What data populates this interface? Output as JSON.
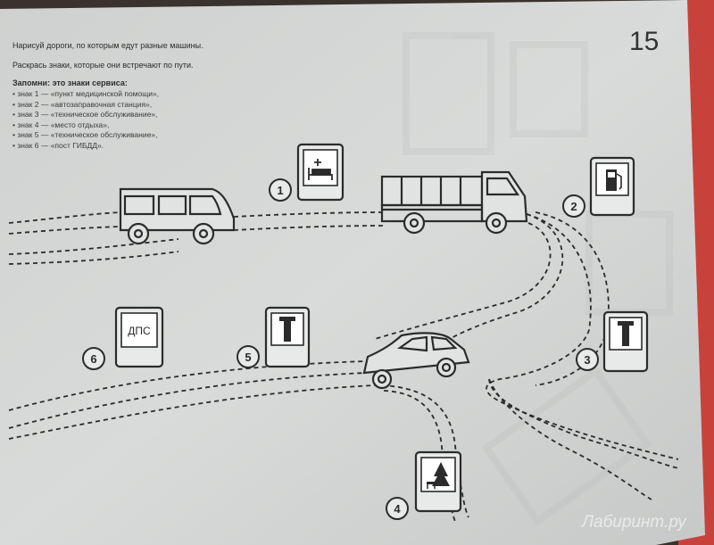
{
  "page": {
    "number": "15",
    "instructions": [
      "Нарисуй дороги, по которым едут разные машины.",
      "Раскрась знаки, которые они встречают по пути."
    ],
    "memo_title": "Запомни: это знаки сервиса:",
    "sign_list": [
      "знак 1 — «пункт медицинской помощи»,",
      "знак 2 — «автозаправочная станция»,",
      "знак 3 — «техническое обслуживание»,",
      "знак 4 — «место отдыха»,",
      "знак 5 — «техническое обслуживание»,",
      "знак 6 — «пост ГИБДД»."
    ]
  },
  "signs": [
    {
      "number": "1",
      "icon": "first-aid-bed-icon"
    },
    {
      "number": "2",
      "icon": "fuel-pump-icon"
    },
    {
      "number": "3",
      "icon": "wrench-icon"
    },
    {
      "number": "4",
      "icon": "rest-area-tree-bench-icon"
    },
    {
      "number": "5",
      "icon": "wrench-icon"
    },
    {
      "number": "6",
      "icon": "police-post-icon",
      "label": "ДПС"
    }
  ],
  "vehicles": [
    "minibus",
    "truck",
    "car"
  ],
  "watermark": "Лабиринт.ру",
  "colors": {
    "paper": "#d4d6d5",
    "ink": "#2b2b2b",
    "tab": "#c8423c"
  }
}
